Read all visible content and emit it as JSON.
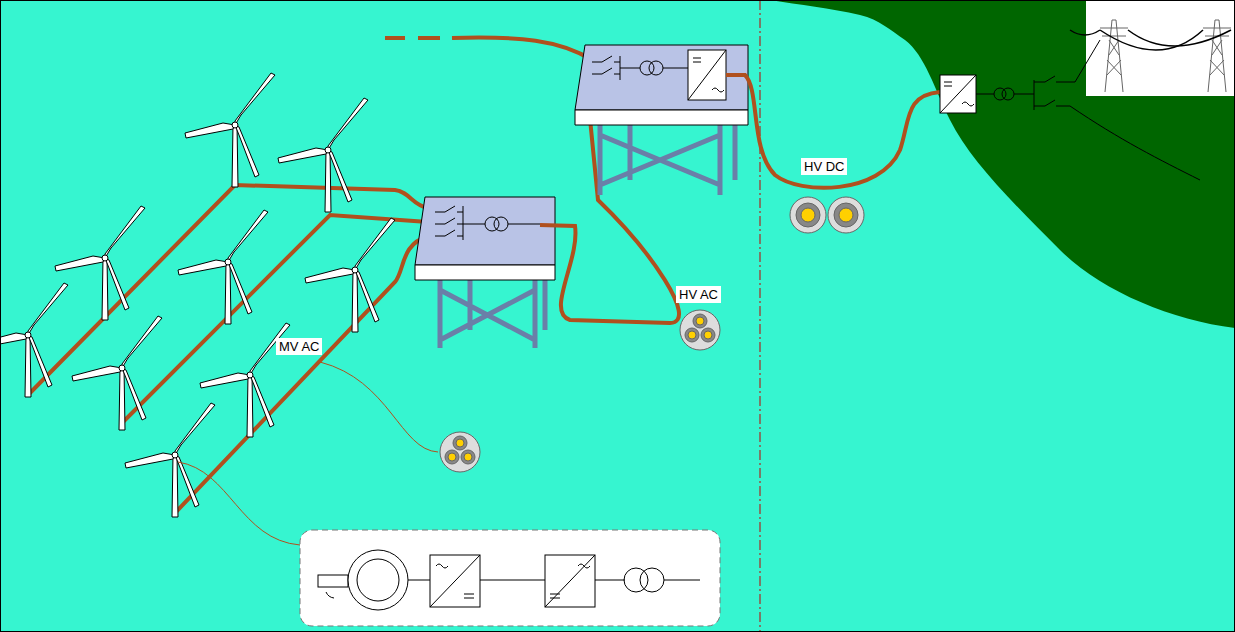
{
  "diagram": {
    "labels": [
      "MV AC",
      "HV AC",
      "HV DC"
    ]
  }
}
